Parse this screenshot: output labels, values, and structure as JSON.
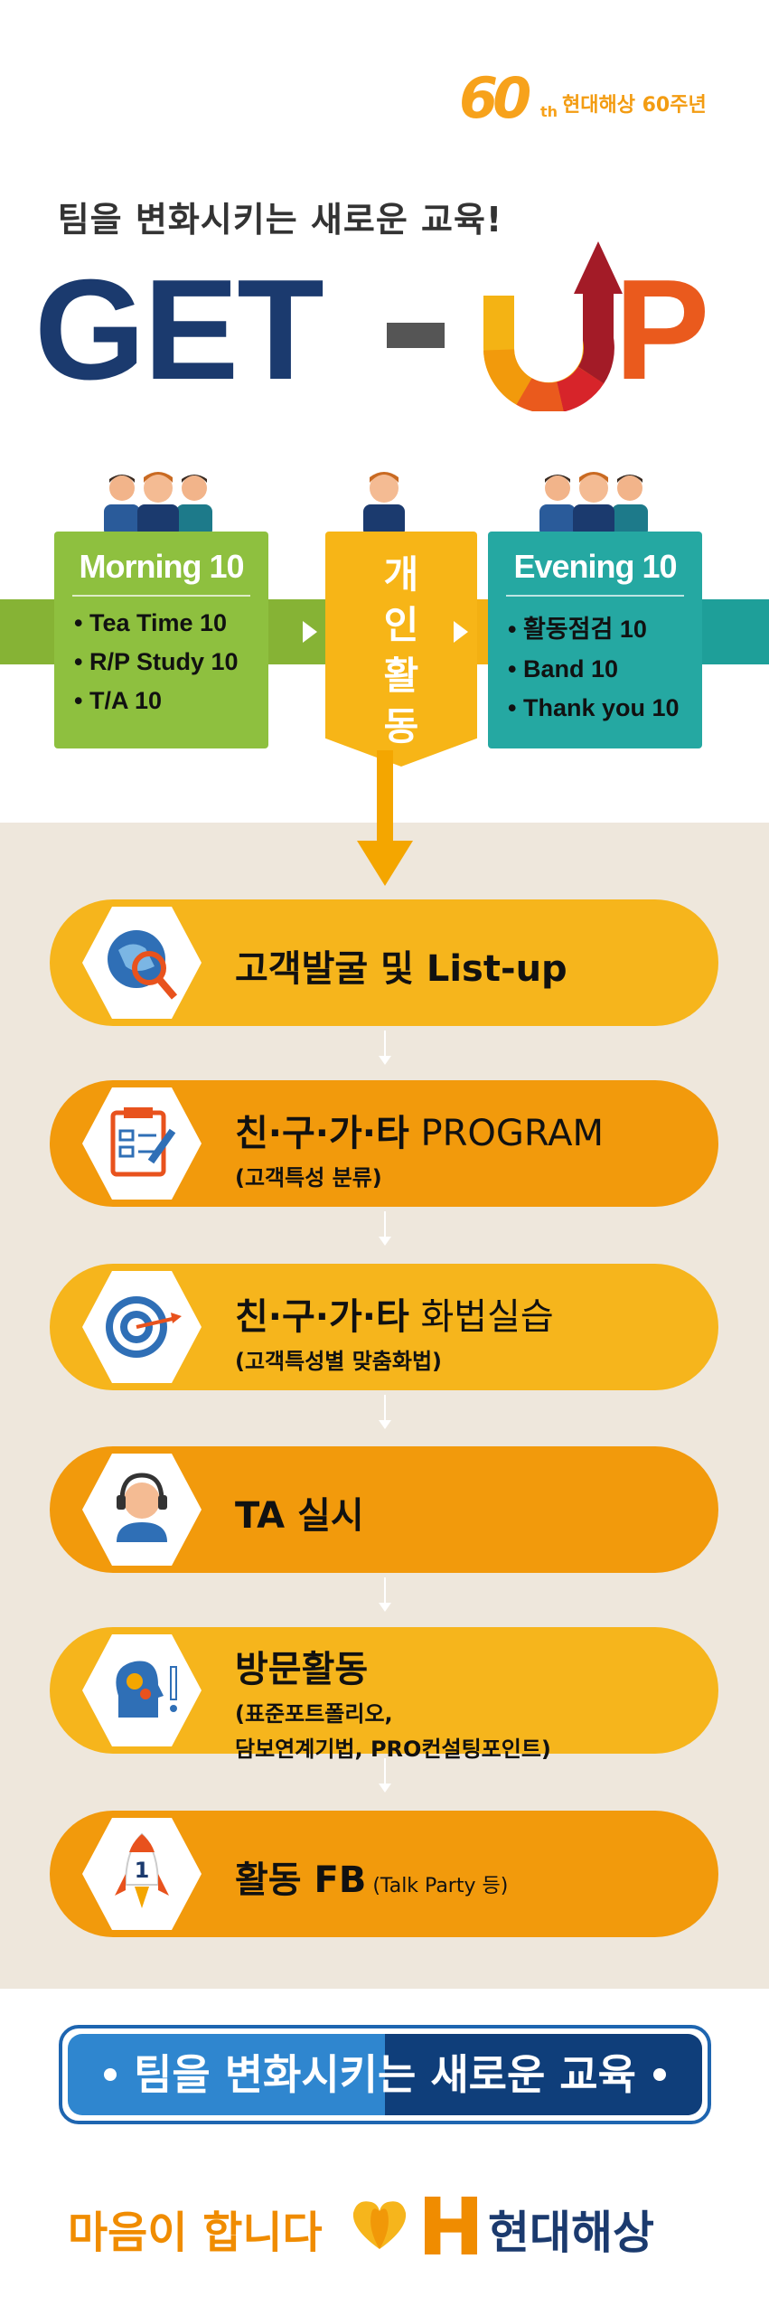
{
  "anniversary": {
    "number": "60",
    "suffix": "th",
    "text": "현대해상 60주년"
  },
  "headline": {
    "subtitle": "팀을 변화시키는 새로운 교육!",
    "title_get": "GET",
    "title_p": "P"
  },
  "schedule": {
    "morning": {
      "title": "Morning 10",
      "items": [
        "Tea Time 10",
        "R/P Study 10",
        "T/A 10"
      ]
    },
    "middle": {
      "lines": [
        "개",
        "인",
        "활",
        "동"
      ]
    },
    "evening": {
      "title": "Evening 10",
      "items": [
        "활동점검 10",
        "Band 10",
        "Thank you 10"
      ]
    }
  },
  "steps": [
    {
      "title": "고객발굴 및 List-up",
      "sub": "",
      "icon": "globe-magnifier-icon",
      "color": "#f4b314"
    },
    {
      "title_bold": "친·구·가·타",
      "title_rest": " PROGRAM",
      "sub": "(고객특성 분류)",
      "icon": "clipboard-pencil-icon",
      "color": "#f29a0c"
    },
    {
      "title_bold": "친·구·가·타",
      "title_rest": " 화법실습",
      "sub": "(고객특성별 맞춤화법)",
      "icon": "target-dart-icon",
      "color": "#f4b314"
    },
    {
      "title": "TA 실시",
      "sub": "",
      "icon": "headset-agent-icon",
      "color": "#f29a0c"
    },
    {
      "title": "방문활동",
      "sub": "(표준포트폴리오,",
      "sub2": "담보연계기법, PRO컨설팅포인트)",
      "icon": "head-gears-icon",
      "color": "#f4b314"
    },
    {
      "title": "활동 FB",
      "title_small": " (Talk Party 등)",
      "sub": "",
      "icon": "rocket-icon",
      "color": "#f29a0c"
    }
  ],
  "slogan": "팀을 변화시키는 새로운 교육",
  "footer": {
    "tagline": "마음이 합니다",
    "brand": "현대해상"
  }
}
